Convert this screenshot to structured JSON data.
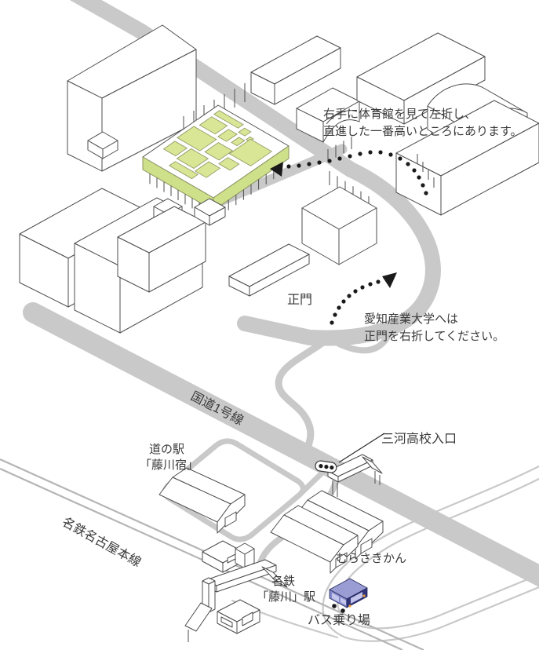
{
  "map": {
    "labels": {
      "gym_note_line1": "右手に体育館を見て左折し、",
      "gym_note_line2": "直進した一番高いところにあります。",
      "main_gate": "正門",
      "univ_note_line1": "愛知産業大学へは",
      "univ_note_line2": "正門を右折してください。",
      "route1": "国道1号線",
      "michinoeki_line1": "道の駅",
      "michinoeki_line2": "「藤川宿」",
      "mikawa_entrance": "三河高校入口",
      "meitetsu_line": "名鉄名古屋本線",
      "murasakikan": "むらさきかん",
      "station_line1": "名鉄",
      "station_line2": "「藤川」駅",
      "bus_stop": "バス乗り場"
    },
    "colors": {
      "road": "#c9c9c9",
      "outline": "#4d4d4d",
      "highlight_green": "#d9e695",
      "highlight_green_dark": "#cfe08a",
      "panel_stroke": "#8a9460",
      "text": "#3a3a3a",
      "dot": "#1a1a1a",
      "bus_top": "#999dd3",
      "bus_side": "#8187c8",
      "bus_front": "#303478",
      "bus_window": "#c3c6ea",
      "bus_light": "#eda23b"
    }
  }
}
